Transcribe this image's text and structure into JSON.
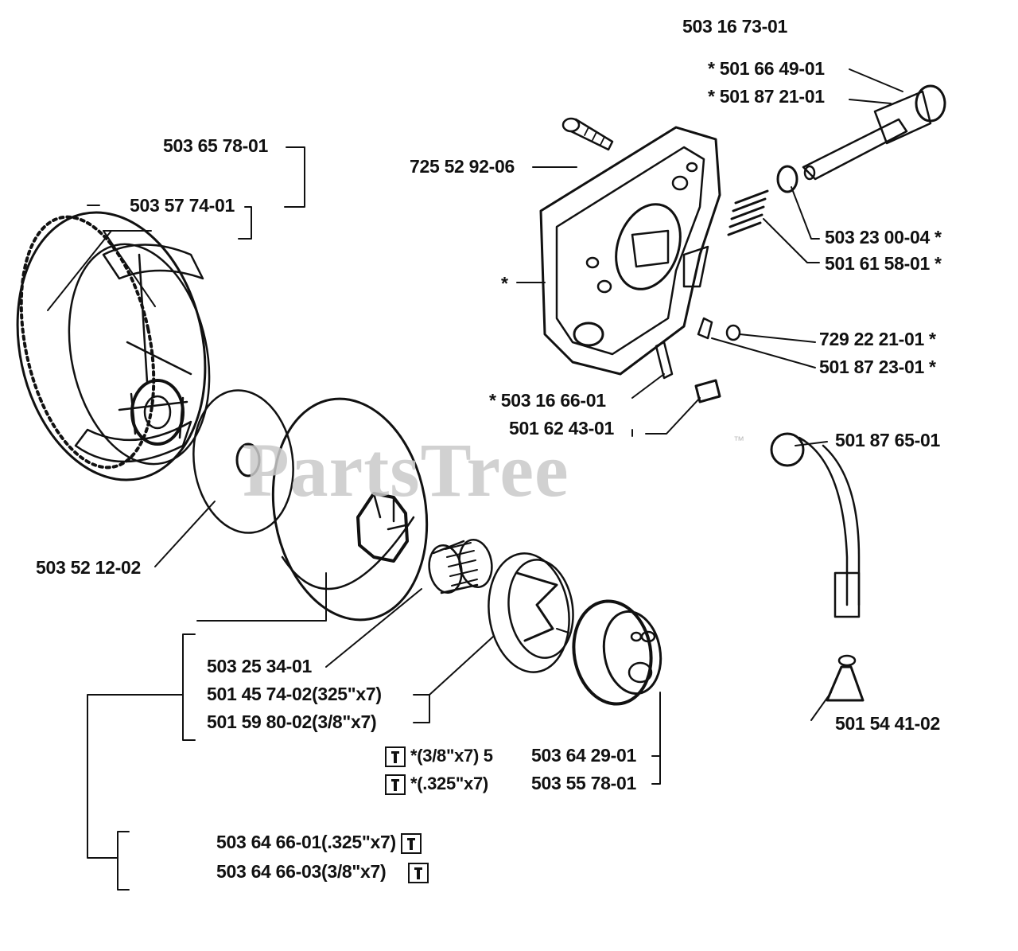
{
  "watermark": {
    "text": "PartsTree",
    "trademark": "™"
  },
  "labels": {
    "kit_main": "503 16 73-01",
    "p501_66_49": "* 501 66 49-01",
    "p501_87_21": "* 501 87 21-01",
    "p725_52_92": "725 52 92-06",
    "p503_65_78": "503 65 78-01",
    "p503_57_74": "503 57 74-01",
    "p503_23_00": "503 23 00-04  *",
    "p501_61_58": "501 61 58-01  *",
    "star_cover": "*",
    "p729_22_21": "729 22 21-01  *",
    "p501_87_23": "501 87 23-01  *",
    "p503_16_66": "*  503 16 66-01",
    "p501_62_43": "501 62 43-01",
    "p501_87_65": "501 87 65-01",
    "p503_52_12": "503 52 12-02",
    "p503_25_34": "503 25 34-01",
    "p501_45_74": "501 45 74-02",
    "p501_45_74_note": "(325\"x7)",
    "p501_59_80": "501 59 80-02",
    "p501_59_80_note": "(3/8\"x7)",
    "note_38": "*(3/8\"x7) 5",
    "note_325": "*(.325\"x7)",
    "p503_64_29": "503 64 29-01",
    "p503_55_78": "503 55 78-01",
    "p501_54_41": "501 54 41-02",
    "p503_64_66_01": "503 64 66-01",
    "p503_64_66_01_note": "(.325\"x7)",
    "p503_64_66_03": "503 64 66-03",
    "p503_64_66_03_note": "(3/8\"x7)"
  }
}
